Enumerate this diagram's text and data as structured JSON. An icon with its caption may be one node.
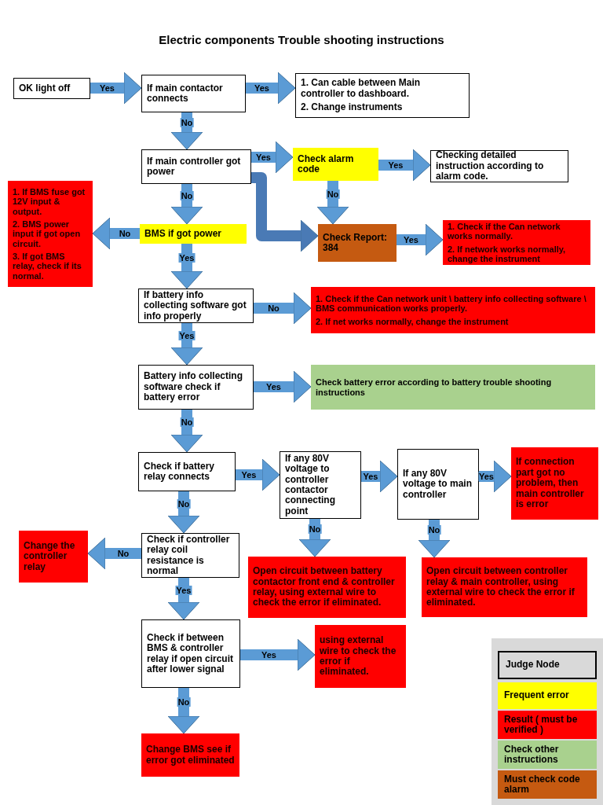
{
  "diagram": {
    "title": "Electric components Trouble shooting instructions",
    "nodes": [
      {
        "text": [
          "OK light off"
        ]
      },
      {
        "text": [
          "If main contactor connects"
        ]
      },
      {
        "text": [
          "1. Can cable between Main controller to dashboard.",
          "2. Change instruments"
        ]
      },
      {
        "text": [
          "If main controller got power"
        ]
      },
      {
        "text": [
          "Check alarm code"
        ]
      },
      {
        "text": [
          "Checking detailed instruction according to alarm code."
        ]
      },
      {
        "text": [
          "1. If BMS fuse got 12V input & output.",
          "2. BMS power input if got open circuit.",
          "3. If got BMS relay, check if its normal."
        ]
      },
      {
        "text": [
          "BMS if got power"
        ]
      },
      {
        "text": [
          "Check Report: 384"
        ]
      },
      {
        "text": [
          "1. Check if the Can network works normally.",
          "2. If network works normally, change the instrument"
        ]
      },
      {
        "text": [
          "If battery info collecting software got info properly"
        ]
      },
      {
        "text": [
          "1. Check if the Can network unit \\ battery info collecting software \\ BMS communication works properly.",
          "2. If net works normally, change the instrument"
        ]
      },
      {
        "text": [
          "Battery info collecting software check if battery error"
        ]
      },
      {
        "text": [
          "Check battery error according to battery trouble shooting instructions"
        ]
      },
      {
        "text": [
          "Check if battery relay connects"
        ]
      },
      {
        "text": [
          "If any 80V voltage to controller contactor connecting point"
        ]
      },
      {
        "text": [
          "If any 80V voltage to main controller"
        ]
      },
      {
        "text": [
          "If connection part got no problem, then main controller is error"
        ]
      },
      {
        "text": [
          "Change the controller relay"
        ]
      },
      {
        "text": [
          "Check if controller relay coil resistance is normal"
        ]
      },
      {
        "text": [
          "Open circuit between battery contactor front end & controller relay, using external wire to check the error if eliminated."
        ]
      },
      {
        "text": [
          "Open circuit between controller relay & main controller, using external wire to check the error if eliminated."
        ]
      },
      {
        "text": [
          "Check if between BMS & controller relay if open circuit after lower signal"
        ]
      },
      {
        "text": [
          "using external wire to check the error if eliminated."
        ]
      },
      {
        "text": [
          "Change BMS see if error got eliminated"
        ]
      }
    ],
    "edges": [
      {
        "from": 0,
        "to": 1,
        "arrow": "to",
        "label": "Yes"
      },
      {
        "from": 1,
        "to": 2,
        "arrow": "to",
        "label": "Yes"
      },
      {
        "from": 1,
        "to": 3,
        "arrow": "to",
        "label": "No"
      },
      {
        "from": 3,
        "to": 4,
        "arrow": "to",
        "label": "Yes"
      },
      {
        "from": 4,
        "to": 5,
        "arrow": "to",
        "label": "Yes"
      },
      {
        "from": 3,
        "to": 8,
        "arrow": "to",
        "color": "#4a7ab5"
      },
      {
        "from": 4,
        "to": 8,
        "arrow": "to",
        "label": "No"
      },
      {
        "from": 3,
        "to": 7,
        "arrow": "to",
        "label": "No"
      },
      {
        "from": 7,
        "to": 6,
        "arrow": "to",
        "label": "No"
      },
      {
        "from": 8,
        "to": 9,
        "arrow": "to",
        "label": "Yes"
      },
      {
        "from": 7,
        "to": 10,
        "arrow": "to",
        "label": "Yes"
      },
      {
        "from": 10,
        "to": 11,
        "arrow": "to",
        "label": "No"
      },
      {
        "from": 10,
        "to": 12,
        "arrow": "to",
        "label": "Yes"
      },
      {
        "from": 12,
        "to": 13,
        "arrow": "to",
        "label": "Yes"
      },
      {
        "from": 12,
        "to": 14,
        "arrow": "to",
        "label": "No"
      },
      {
        "from": 14,
        "to": 15,
        "arrow": "to",
        "label": "Yes"
      },
      {
        "from": 15,
        "to": 16,
        "arrow": "to",
        "label": "Yes"
      },
      {
        "from": 16,
        "to": 17,
        "arrow": "to",
        "label": "Yes"
      },
      {
        "from": 15,
        "to": 20,
        "arrow": "to",
        "label": "No"
      },
      {
        "from": 16,
        "to": 21,
        "arrow": "to",
        "label": "No"
      },
      {
        "from": 14,
        "to": 19,
        "arrow": "to",
        "label": "No"
      },
      {
        "from": 19,
        "to": 18,
        "arrow": "to",
        "label": "No"
      },
      {
        "from": 19,
        "to": 22,
        "arrow": "to",
        "label": "Yes"
      },
      {
        "from": 22,
        "to": 23,
        "arrow": "to",
        "label": "Yes"
      },
      {
        "from": 22,
        "to": 24,
        "arrow": "to",
        "label": "No"
      }
    ],
    "legend": [
      {
        "text": "Judge Node",
        "color": "#d9d9d9"
      },
      {
        "text": "Frequent error",
        "color": "#ffff00"
      },
      {
        "text": "Result ( must be verified )",
        "color": "#ff0000"
      },
      {
        "text": "Check other instructions",
        "color": "#a9d18e"
      },
      {
        "text": "Must check code alarm",
        "color": "#c55a11"
      }
    ]
  }
}
